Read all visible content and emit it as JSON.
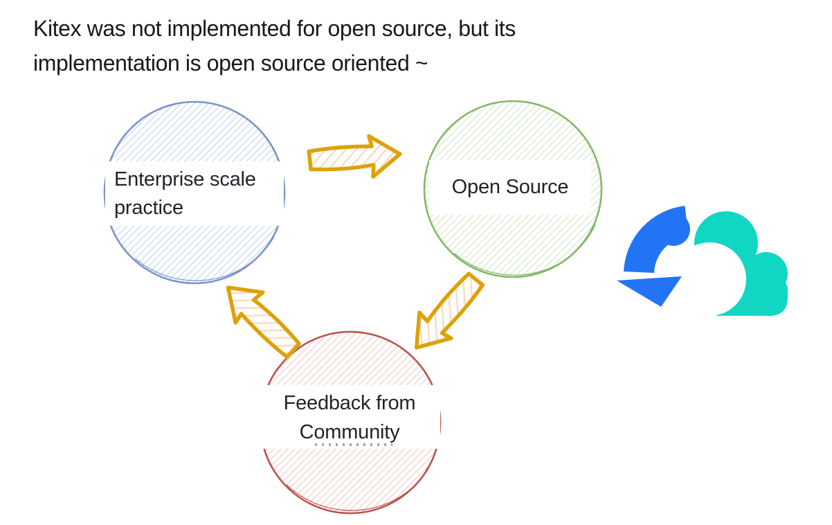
{
  "slide": {
    "title_lines": [
      "Kitex was not implemented for open source, but its",
      "implementation is open source oriented ~"
    ],
    "title_color": "#15181D"
  },
  "diagram": {
    "nodes": [
      {
        "id": "enterprise-practice",
        "label": "Enterprise scale practice",
        "stroke": "#7B94C9",
        "hatch": "#CBD9EE"
      },
      {
        "id": "open-source",
        "label": "Open Source",
        "stroke": "#85B766",
        "hatch": "#D8E9CE"
      },
      {
        "id": "community-feedback",
        "label": "Feedback from Community",
        "stroke": "#B9534D",
        "hatch": "#F3D0CC"
      }
    ],
    "arrows": {
      "stroke": "#DDA10B",
      "hatch": "#F6DCBB",
      "flow": [
        "enterprise-practice to open-source",
        "open-source to community-feedback",
        "community-feedback to enterprise-practice"
      ]
    },
    "logo": {
      "icon": "cloud-arrow-logo",
      "blue": "#2374F5",
      "teal": "#12D6C4"
    }
  }
}
